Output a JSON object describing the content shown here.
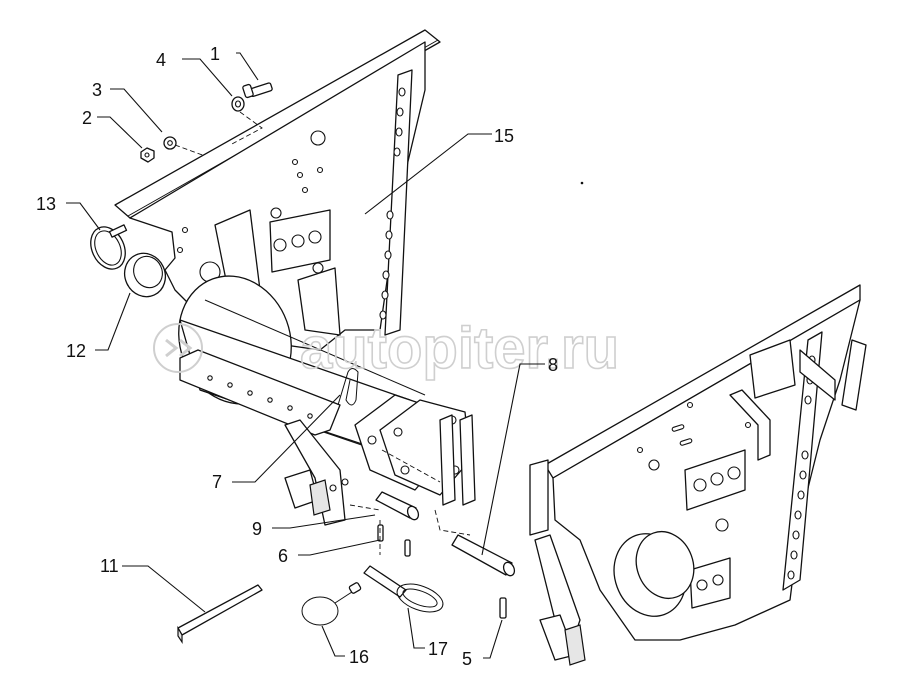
{
  "watermark": {
    "text": "autopiter.ru"
  },
  "callouts": [
    {
      "id": "c1",
      "label": "1"
    },
    {
      "id": "c2",
      "label": "2"
    },
    {
      "id": "c3",
      "label": "3"
    },
    {
      "id": "c4",
      "label": "4"
    },
    {
      "id": "c5",
      "label": "5"
    },
    {
      "id": "c6",
      "label": "6"
    },
    {
      "id": "c7",
      "label": "7"
    },
    {
      "id": "c8",
      "label": "8"
    },
    {
      "id": "c9",
      "label": "9"
    },
    {
      "id": "c11",
      "label": "11"
    },
    {
      "id": "c12",
      "label": "12"
    },
    {
      "id": "c13",
      "label": "13"
    },
    {
      "id": "c15",
      "label": "15"
    },
    {
      "id": "c16",
      "label": "16"
    },
    {
      "id": "c17",
      "label": "17"
    }
  ]
}
